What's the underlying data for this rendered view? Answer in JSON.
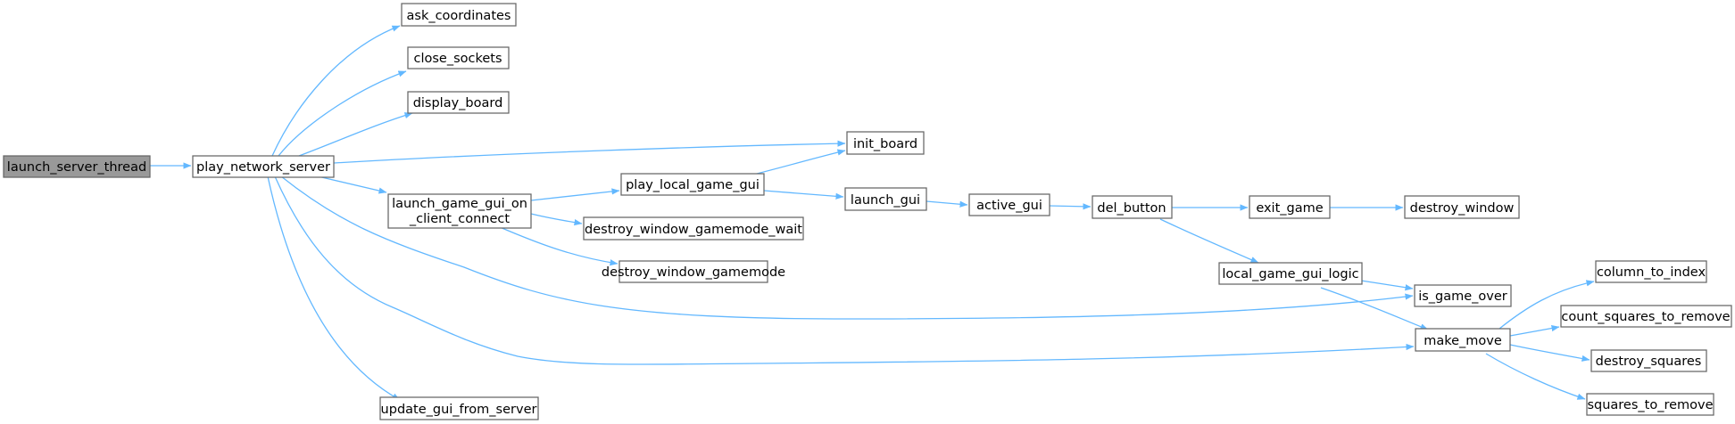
{
  "colors": {
    "edge": "#63b8ff",
    "node_border": "#666666",
    "node_fill": "#ffffff",
    "root_fill": "#999999"
  },
  "nodes": {
    "launch_server_thread": "launch_server_thread",
    "play_network_server": "play_network_server",
    "ask_coordinates": "ask_coordinates",
    "close_sockets": "close_sockets",
    "display_board": "display_board",
    "init_board": "init_board",
    "launch_game_gui_on_line1": "launch_game_gui_on",
    "launch_game_gui_on_line2": "_client_connect",
    "play_local_game_gui": "play_local_game_gui",
    "destroy_window_gamemode_wait": "destroy_window_gamemode_wait",
    "destroy_window_gamemode": "destroy_window_gamemode",
    "launch_gui": "launch_gui",
    "active_gui": "active_gui",
    "del_button": "del_button",
    "exit_game": "exit_game",
    "destroy_window": "destroy_window",
    "local_game_gui_logic": "local_game_gui_logic",
    "is_game_over": "is_game_over",
    "make_move": "make_move",
    "column_to_index": "column_to_index",
    "count_squares_to_remove": "count_squares_to_remove",
    "destroy_squares": "destroy_squares",
    "squares_to_remove": "squares_to_remove",
    "update_gui_from_server": "update_gui_from_server"
  },
  "edges": [
    [
      "launch_server_thread",
      "play_network_server"
    ],
    [
      "play_network_server",
      "ask_coordinates"
    ],
    [
      "play_network_server",
      "close_sockets"
    ],
    [
      "play_network_server",
      "display_board"
    ],
    [
      "play_network_server",
      "init_board"
    ],
    [
      "play_network_server",
      "launch_game_gui_on_client_connect"
    ],
    [
      "play_network_server",
      "is_game_over"
    ],
    [
      "play_network_server",
      "make_move"
    ],
    [
      "play_network_server",
      "update_gui_from_server"
    ],
    [
      "launch_game_gui_on_client_connect",
      "play_local_game_gui"
    ],
    [
      "launch_game_gui_on_client_connect",
      "destroy_window_gamemode_wait"
    ],
    [
      "launch_game_gui_on_client_connect",
      "destroy_window_gamemode"
    ],
    [
      "play_local_game_gui",
      "init_board"
    ],
    [
      "play_local_game_gui",
      "launch_gui"
    ],
    [
      "launch_gui",
      "active_gui"
    ],
    [
      "active_gui",
      "del_button"
    ],
    [
      "del_button",
      "exit_game"
    ],
    [
      "del_button",
      "local_game_gui_logic"
    ],
    [
      "exit_game",
      "destroy_window"
    ],
    [
      "local_game_gui_logic",
      "is_game_over"
    ],
    [
      "local_game_gui_logic",
      "make_move"
    ],
    [
      "make_move",
      "column_to_index"
    ],
    [
      "make_move",
      "count_squares_to_remove"
    ],
    [
      "make_move",
      "destroy_squares"
    ],
    [
      "make_move",
      "squares_to_remove"
    ]
  ]
}
